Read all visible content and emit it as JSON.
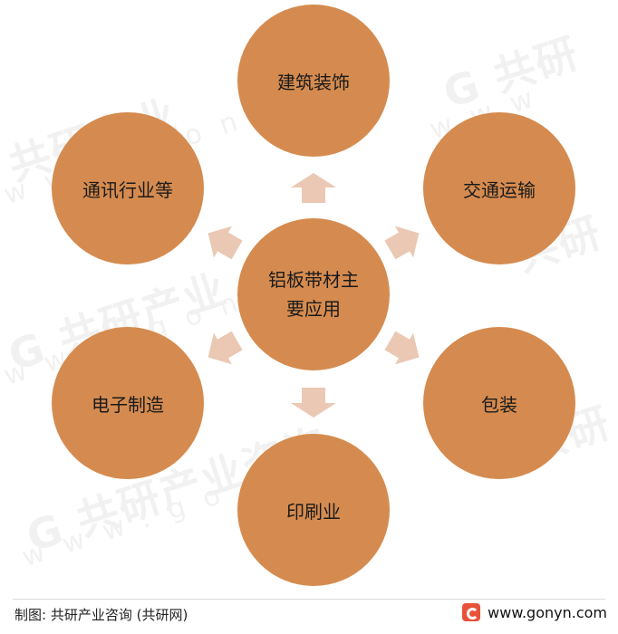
{
  "diagram": {
    "center": {
      "line1": "铝板带材主",
      "line2": "要应用"
    },
    "nodes": {
      "top": "建筑装饰",
      "upper_right": "交通运输",
      "lower_right": "包装",
      "bottom": "印刷业",
      "lower_left": "电子制造",
      "upper_left": "通讯行业等"
    }
  },
  "footer": {
    "source": "制图: 共研产业咨询 (共研网)",
    "url": "www.gonyn.com"
  },
  "colors": {
    "node_fill": "#d58b4f",
    "arrow_fill": "#ebc8b4",
    "brand_logo": "#e8523a"
  }
}
